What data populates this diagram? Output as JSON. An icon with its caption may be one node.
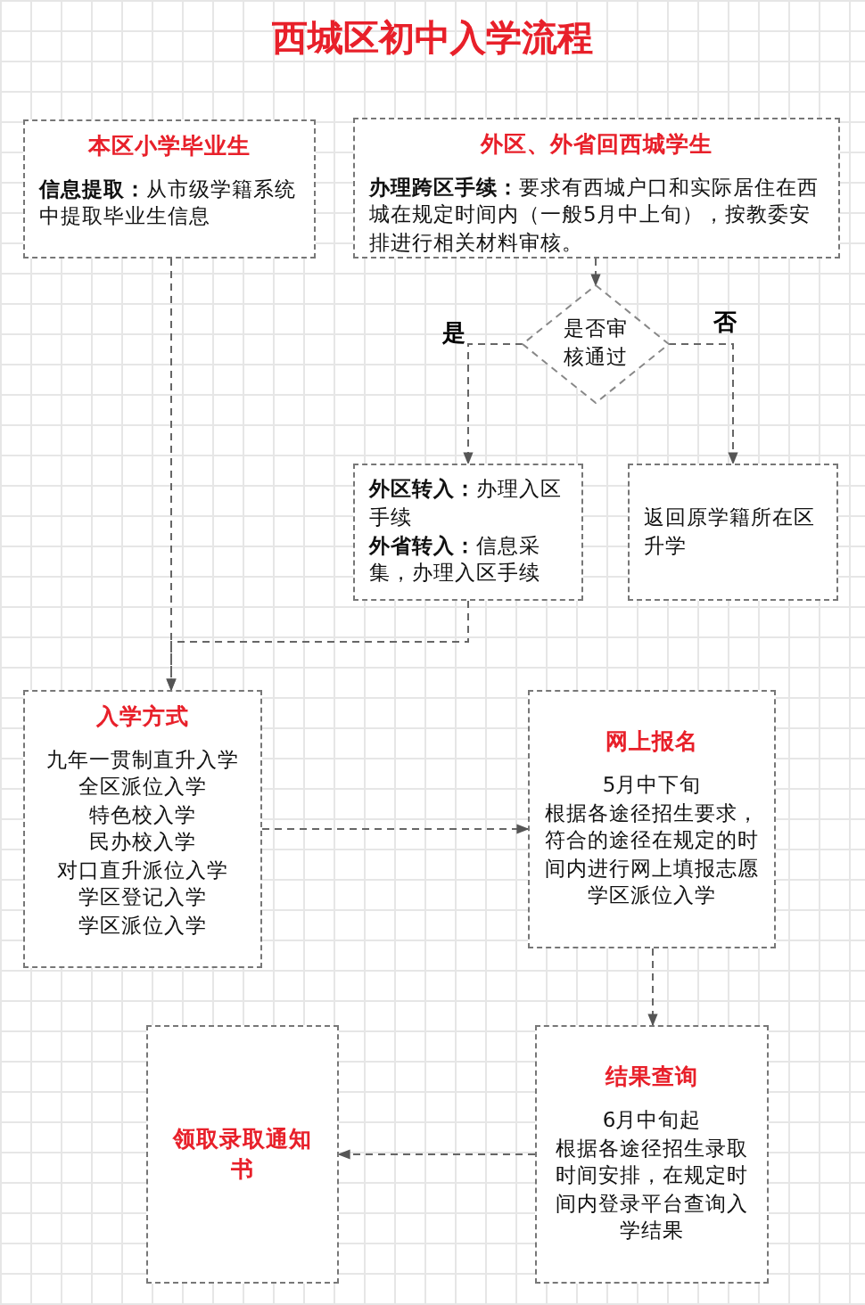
{
  "diagram": {
    "title": "西城区初中入学流程",
    "nodes": [
      {
        "text": [
          "本区小学毕业生",
          "**信息提取：**从市级学籍系统中提取毕业生信息"
        ]
      },
      {
        "text": [
          "外区、外省回西城学生",
          "**办理跨区手续：**要求有西城户口和实际居住在西城在规定时间内（一般5月中上旬），按教委安排进行相关材料审核。"
        ]
      },
      {
        "text": [
          "是否审核通过"
        ]
      },
      {
        "text": [
          "**外区转入：**办理入区手续",
          "**外省转入：**信息采集，办理入区手续"
        ]
      },
      {
        "text": [
          "返回原学籍所在区升学"
        ]
      },
      {
        "text": [
          "入学方式",
          "九年一贯制直升入学",
          "全区派位入学",
          "特色校入学",
          "民办校入学",
          "对口直升派位入学",
          "学区登记入学",
          "学区派位入学"
        ]
      },
      {
        "text": [
          "网上报名",
          "5月中下旬",
          "根据各途径招生要求，符合的途径在规定的时间内进行网上填报志愿",
          "学区派位入学"
        ]
      },
      {
        "text": [
          "领取录取通知书"
        ]
      },
      {
        "text": [
          "结果查询",
          "6月中旬起",
          "根据各途径招生录取时间安排，在规定时间内登录平台查询入学结果"
        ]
      }
    ],
    "edges": [
      {
        "from": 0,
        "to": 5,
        "arrow": "to",
        "style": "dashed"
      },
      {
        "from": 1,
        "to": 2,
        "arrow": "to",
        "style": "dashed"
      },
      {
        "from": 2,
        "to": 3,
        "arrow": "to",
        "style": "dashed",
        "label": "是"
      },
      {
        "from": 2,
        "to": 4,
        "arrow": "to",
        "style": "dashed",
        "label": "否"
      },
      {
        "from": 3,
        "to": 5,
        "arrow": "to",
        "style": "dashed"
      },
      {
        "from": 5,
        "to": 6,
        "arrow": "to",
        "style": "dashed"
      },
      {
        "from": 6,
        "to": 8,
        "arrow": "to",
        "style": "dashed"
      },
      {
        "from": 8,
        "to": 7,
        "arrow": "to",
        "style": "dashed"
      }
    ]
  }
}
